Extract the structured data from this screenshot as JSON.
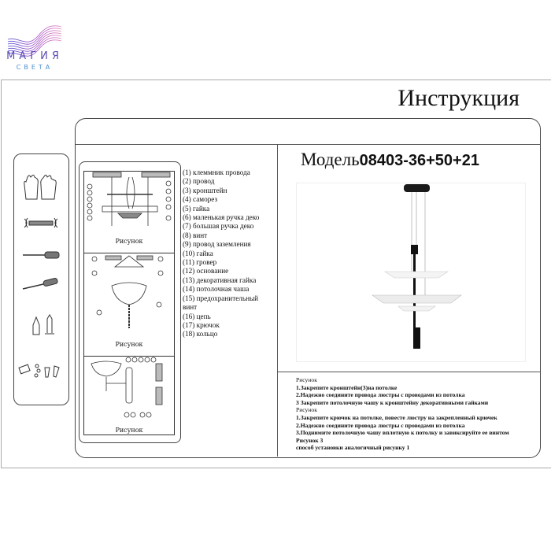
{
  "brand": {
    "name": "МАГИЯ",
    "subtitle": "СВЕТА",
    "colors": [
      "#e06bb0",
      "#7a5cd0",
      "#4a8fd0"
    ]
  },
  "title": "Инструкция",
  "model": {
    "label": "Модель",
    "number": "08403-36+50+21"
  },
  "tools": {
    "icons": [
      "gloves-icon",
      "wrench-icon",
      "screwdriver-icon",
      "screwdriver-flat-icon",
      "anchor-screw-icon",
      "connectors-icon"
    ]
  },
  "figures": {
    "captions": [
      "Рисунок",
      "Рисунок",
      "Рисунок"
    ]
  },
  "parts": [
    "(1) клеммник провода",
    "(2) провод",
    "(3) кронштейн",
    "(4) саморез",
    "(5) гайка",
    "(6) маленькая ручка деко",
    "(7) большая ручка деко",
    "(8) винт",
    "(9) провод заземления",
    "(10) гайка",
    "(11) гровер",
    "(12) основание",
    "(13) декоративная гайка",
    "(14) потолочная чаша",
    "(15) предохранительный",
    "винт",
    "(16) цепь",
    "(17) крючок",
    "(18) кольцо"
  ],
  "steps": [
    "Рисунок",
    "1.Закрепите кронштейн(3)на потолке",
    "2.Надежно соедините провода люстры с проводами из потолка",
    "3 Закрепите потолочную чашу к кронштейну декоративными гайками",
    "Рисунок",
    "1.Закрепите крючок на потолке, повесте люстру на закрепленный крючек",
    "2.Надежно соедините провода люстры с проводами из потолка",
    "3.Поднимите потолочную чашу вплотную к потолку и завиксируйте ее винтом",
    "Рисунок 3",
    "способ установки аналогичный рисунку 1"
  ]
}
